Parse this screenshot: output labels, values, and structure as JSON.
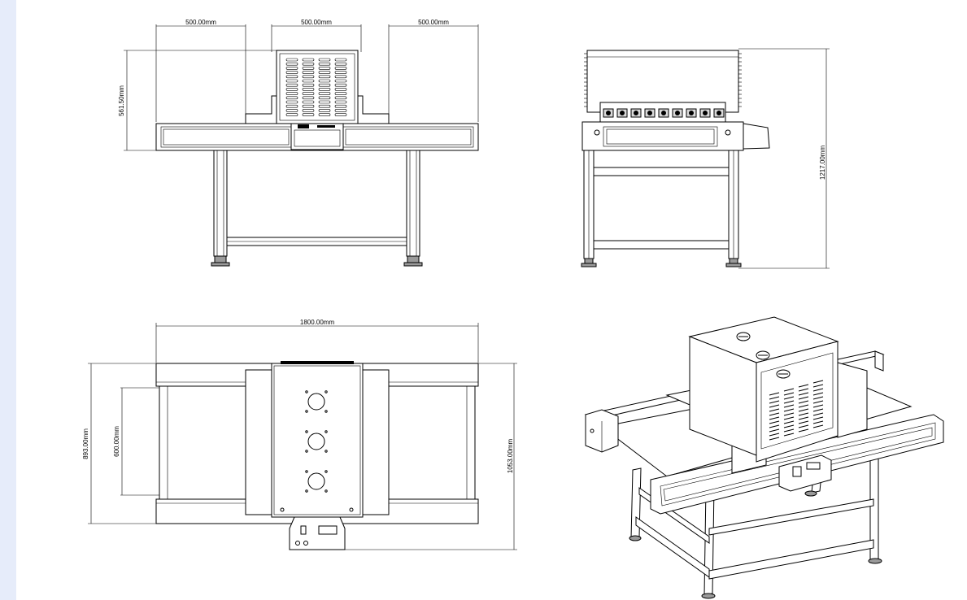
{
  "page": {
    "background": "#ffffff",
    "side_strip_color": "#e6ecfa"
  },
  "views": {
    "front": {
      "dim_left_width": "500.00mm",
      "dim_center_width": "500.00mm",
      "dim_right_width": "500.00mm",
      "dim_lamp_height": "561.50mm"
    },
    "side": {
      "dim_total_height": "1217.00mm"
    },
    "top": {
      "dim_overall_length": "1800.00mm",
      "dim_overall_width": "893.00mm",
      "dim_belt_width": "600.00mm",
      "dim_total_depth": "1053.00mm"
    }
  }
}
